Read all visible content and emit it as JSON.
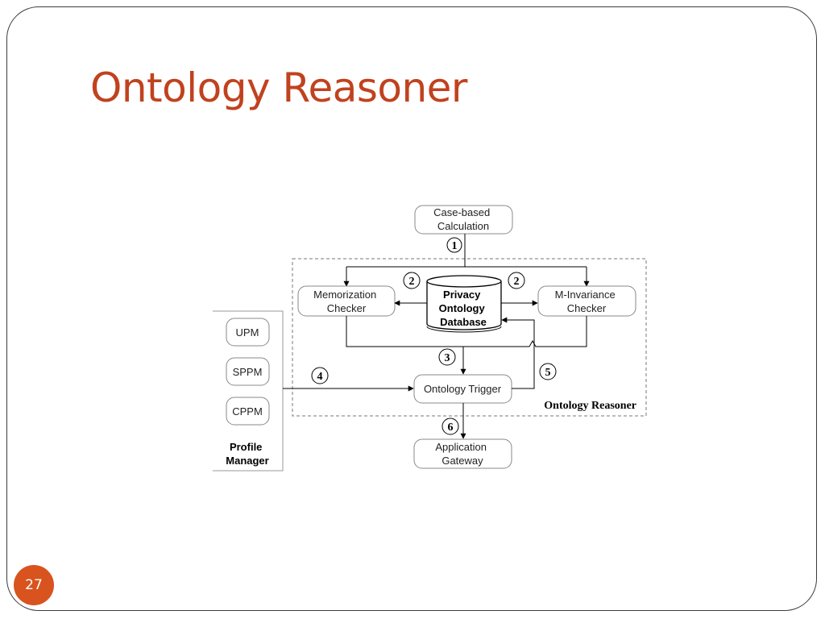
{
  "slide": {
    "title": "Ontology Reasoner",
    "page_number": "27"
  },
  "diagram": {
    "nodes": {
      "case_based_calculation": [
        "Case-based",
        "Calculation"
      ],
      "memorization_checker": [
        "Memorization",
        "Checker"
      ],
      "privacy_ontology_database": [
        "Privacy",
        "Ontology",
        "Database"
      ],
      "m_invariance_checker": [
        "M-Invariance",
        "Checker"
      ],
      "ontology_trigger": "Ontology Trigger",
      "application_gateway": [
        "Application",
        "Gateway"
      ],
      "upm": "UPM",
      "sppm": "SPPM",
      "cppm": "CPPM"
    },
    "groups": {
      "ontology_reasoner": "Ontology Reasoner",
      "profile_manager": [
        "Profile",
        "Manager"
      ]
    },
    "steps": {
      "step1": "1",
      "step2_left": "2",
      "step2_right": "2",
      "step3": "3",
      "step4": "4",
      "step5": "5",
      "step6": "6"
    },
    "edges": [
      {
        "from": "Case-based Calculation",
        "to": "Memorization Checker",
        "step": "1"
      },
      {
        "from": "Case-based Calculation",
        "to": "M-Invariance Checker",
        "step": "1"
      },
      {
        "from": "Privacy Ontology Database",
        "to": "Memorization Checker",
        "step": "2"
      },
      {
        "from": "Privacy Ontology Database",
        "to": "M-Invariance Checker",
        "step": "2"
      },
      {
        "from": "Memorization Checker / M-Invariance Checker",
        "to": "Ontology Trigger",
        "step": "3"
      },
      {
        "from": "Profile Manager",
        "to": "Ontology Trigger",
        "step": "4"
      },
      {
        "from": "Ontology Trigger",
        "to": "Privacy Ontology Database",
        "step": "5"
      },
      {
        "from": "Ontology Trigger",
        "to": "Application Gateway",
        "step": "6"
      }
    ]
  }
}
